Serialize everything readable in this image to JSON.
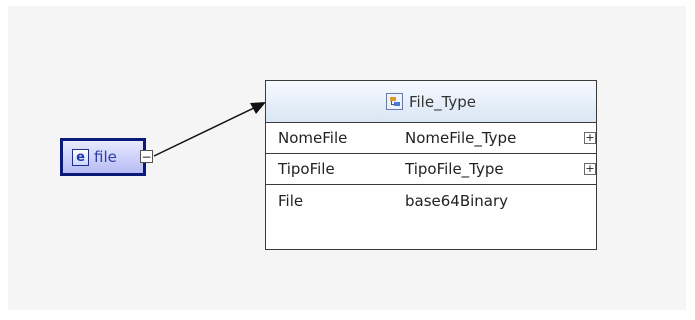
{
  "element": {
    "badge": "e",
    "name": "file",
    "collapse_symbol": "−"
  },
  "complex_type": {
    "icon": "complex-type-icon",
    "title": "File_Type",
    "rows": [
      {
        "name": "NomeFile",
        "type": "NomeFile_Type",
        "expand_symbol": "+"
      },
      {
        "name": "TipoFile",
        "type": "TipoFile_Type",
        "expand_symbol": "+"
      },
      {
        "name": "File",
        "type": "base64Binary",
        "expand_symbol": ""
      }
    ]
  },
  "colors": {
    "canvas_bg": "#f5f5f6",
    "element_border": "#0a1a78",
    "element_fill": "#b7bcf4",
    "element_text": "#2c3fa6",
    "box_border": "#3b3b3b",
    "header_fill": "#d9e6f4"
  }
}
